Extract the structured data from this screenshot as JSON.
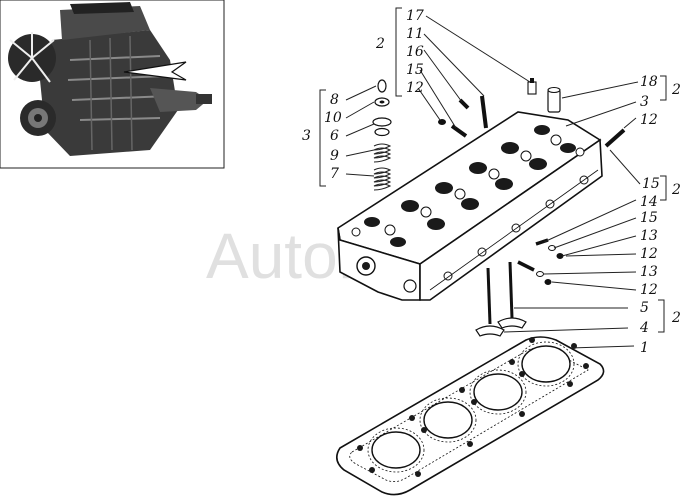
{
  "watermark": "AutoPart",
  "labels": {
    "g_top": "2",
    "n17": "17",
    "n11a": "11",
    "n16": "16",
    "n15a": "15",
    "n12a": "12",
    "g_left": "3",
    "n8": "8",
    "n10": "10",
    "n6": "6",
    "n9": "9",
    "n7": "7",
    "n18": "18",
    "g18": "2",
    "n3r": "3",
    "n12r": "12",
    "n15b": "15",
    "g15": "2",
    "n14": "14",
    "n15c": "15",
    "n13a": "13",
    "n12b": "12",
    "n13b": "13",
    "n12c": "12",
    "n5": "5",
    "n4": "4",
    "g54": "2",
    "n1": "1"
  }
}
